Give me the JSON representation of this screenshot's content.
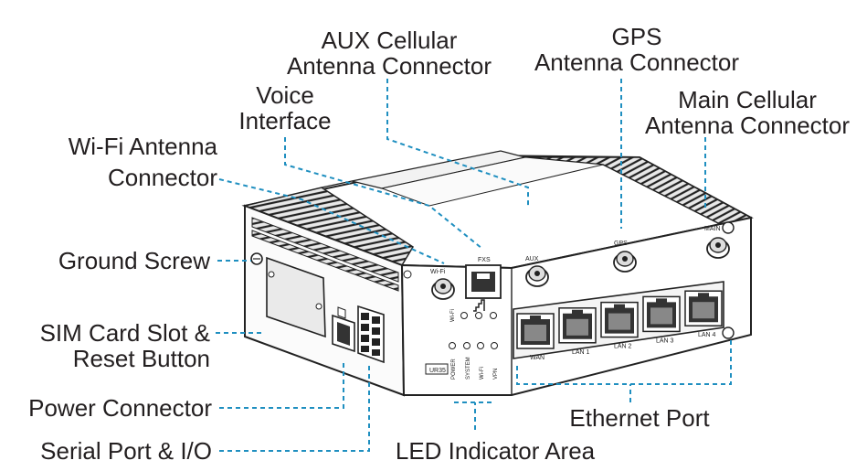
{
  "labels": {
    "aux": [
      "AUX Cellular",
      "Antenna Connector"
    ],
    "gps": [
      "GPS",
      "Antenna Connector"
    ],
    "voice": [
      "Voice",
      "Interface"
    ],
    "main": [
      "Main Cellular",
      "Antenna Connector"
    ],
    "wifi": [
      "Wi-Fi Antenna",
      "Connector"
    ],
    "ground": "Ground Screw",
    "sim": [
      "SIM Card Slot &",
      "Reset Button"
    ],
    "power": "Power Connector",
    "serial": "Serial Port & I/O",
    "led": "LED Indicator Area",
    "ethernet": "Ethernet Port"
  },
  "device": {
    "model": "UR35",
    "port_labels": {
      "wifi": "Wi-Fi",
      "fxs": "FXS",
      "aux": "AUX",
      "gps": "GPS",
      "main": "MAIN"
    },
    "ethernet_ports": [
      "WAN",
      "LAN 1",
      "LAN 2",
      "LAN 3",
      "LAN 4"
    ],
    "leds": [
      "POWER",
      "SYSTEM",
      "Wi-Fi",
      "VPN"
    ],
    "signal_led": "Wi-Fi"
  },
  "colors": {
    "callout_line": "#1f8fc0",
    "outline": "#222222",
    "text": "#231f20"
  }
}
